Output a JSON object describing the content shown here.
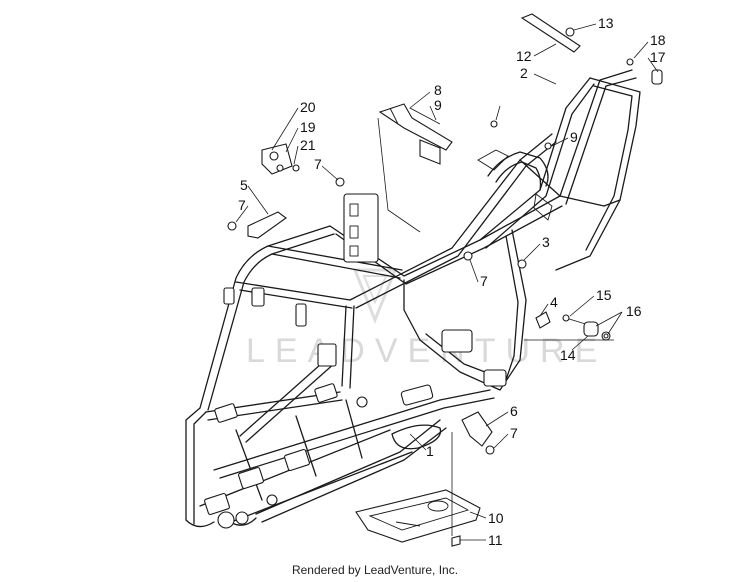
{
  "watermark": {
    "text": "LEADVENTURE"
  },
  "callouts": [
    {
      "id": "c1",
      "label": "1"
    },
    {
      "id": "c2",
      "label": "2"
    },
    {
      "id": "c3",
      "label": "3"
    },
    {
      "id": "c4",
      "label": "4"
    },
    {
      "id": "c5",
      "label": "5"
    },
    {
      "id": "c6",
      "label": "6"
    },
    {
      "id": "c7a",
      "label": "7"
    },
    {
      "id": "c7b",
      "label": "7"
    },
    {
      "id": "c7c",
      "label": "7"
    },
    {
      "id": "c7d",
      "label": "7"
    },
    {
      "id": "c8",
      "label": "8"
    },
    {
      "id": "c9a",
      "label": "9"
    },
    {
      "id": "c9b",
      "label": "9"
    },
    {
      "id": "c10",
      "label": "10"
    },
    {
      "id": "c11",
      "label": "11"
    },
    {
      "id": "c12",
      "label": "12"
    },
    {
      "id": "c13",
      "label": "13"
    },
    {
      "id": "c14",
      "label": "14"
    },
    {
      "id": "c15",
      "label": "15"
    },
    {
      "id": "c16",
      "label": "16"
    },
    {
      "id": "c17",
      "label": "17"
    },
    {
      "id": "c18",
      "label": "18"
    },
    {
      "id": "c19",
      "label": "19"
    },
    {
      "id": "c20",
      "label": "20"
    },
    {
      "id": "c21",
      "label": "21"
    }
  ],
  "footer": {
    "text": "Rendered by LeadVenture, Inc."
  }
}
